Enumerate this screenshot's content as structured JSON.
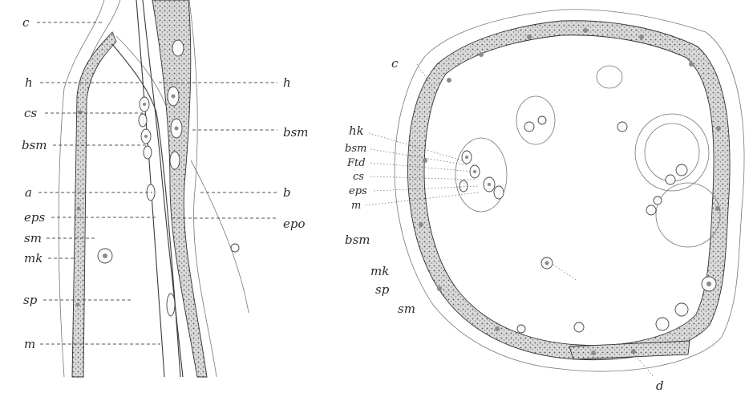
{
  "left_figure": {
    "labels_left": [
      "c",
      "h",
      "cs",
      "bsm",
      "a",
      "eps",
      "sm",
      "mk",
      "sp",
      "m"
    ],
    "labels_right": [
      "h",
      "bsm",
      "b",
      "epo"
    ]
  },
  "right_figure": {
    "labels_left": [
      "c",
      "hk",
      "bsm",
      "Ftd",
      "cs",
      "eps",
      "m",
      "bsm",
      "mk",
      "sp",
      "sm"
    ],
    "labels_bottom": [
      "d"
    ]
  }
}
